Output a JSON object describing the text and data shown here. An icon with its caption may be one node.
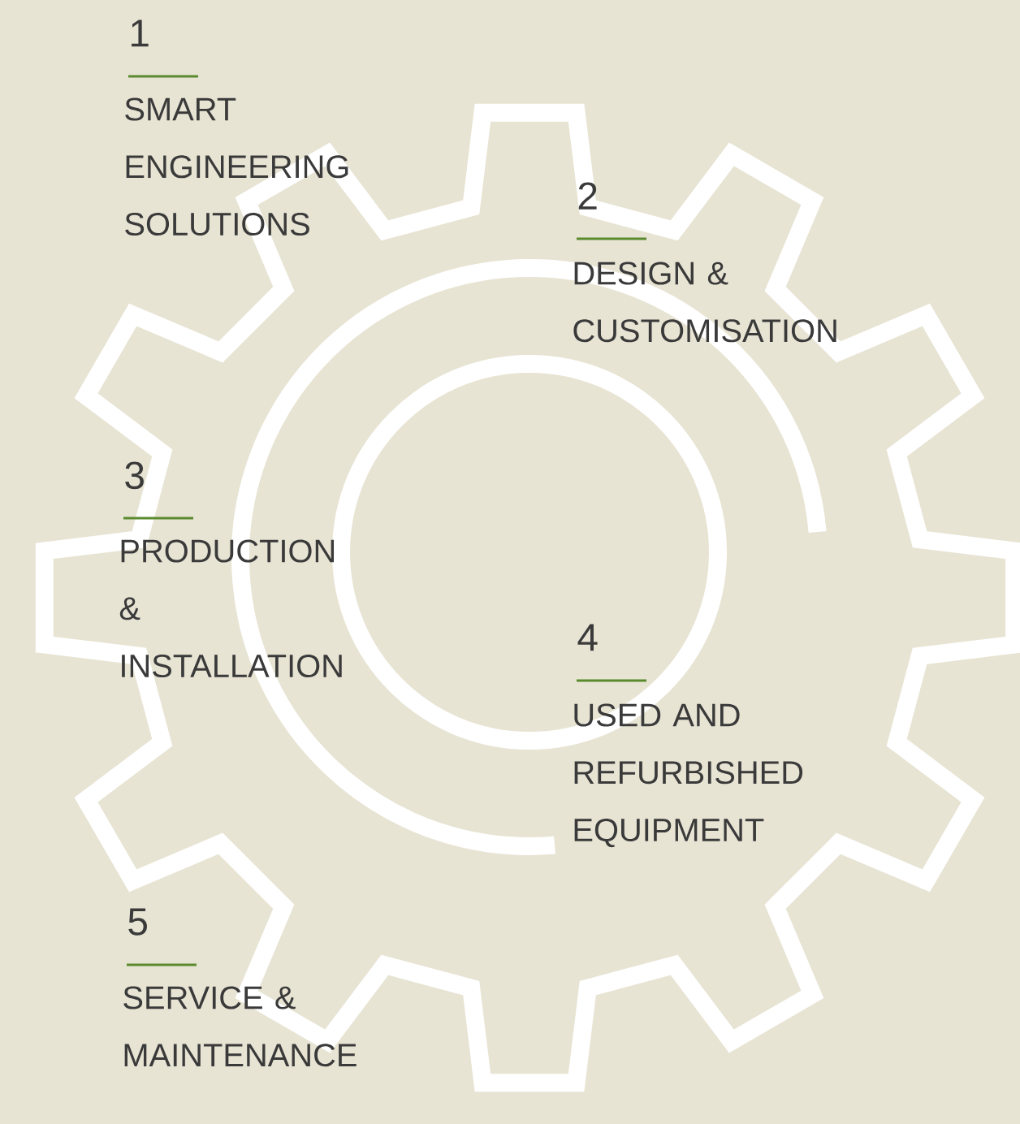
{
  "diagram": {
    "labels": [
      "1",
      "SMART ENGINEERING SOLUTIONS",
      "2",
      "DESIGN & CUSTOMISATION",
      "3",
      "PRODUCTION & INSTALLATION",
      "4",
      "USED AND REFURBISHED EQUIPMENT",
      "5",
      "SERVICE & MAINTENANCE"
    ]
  }
}
